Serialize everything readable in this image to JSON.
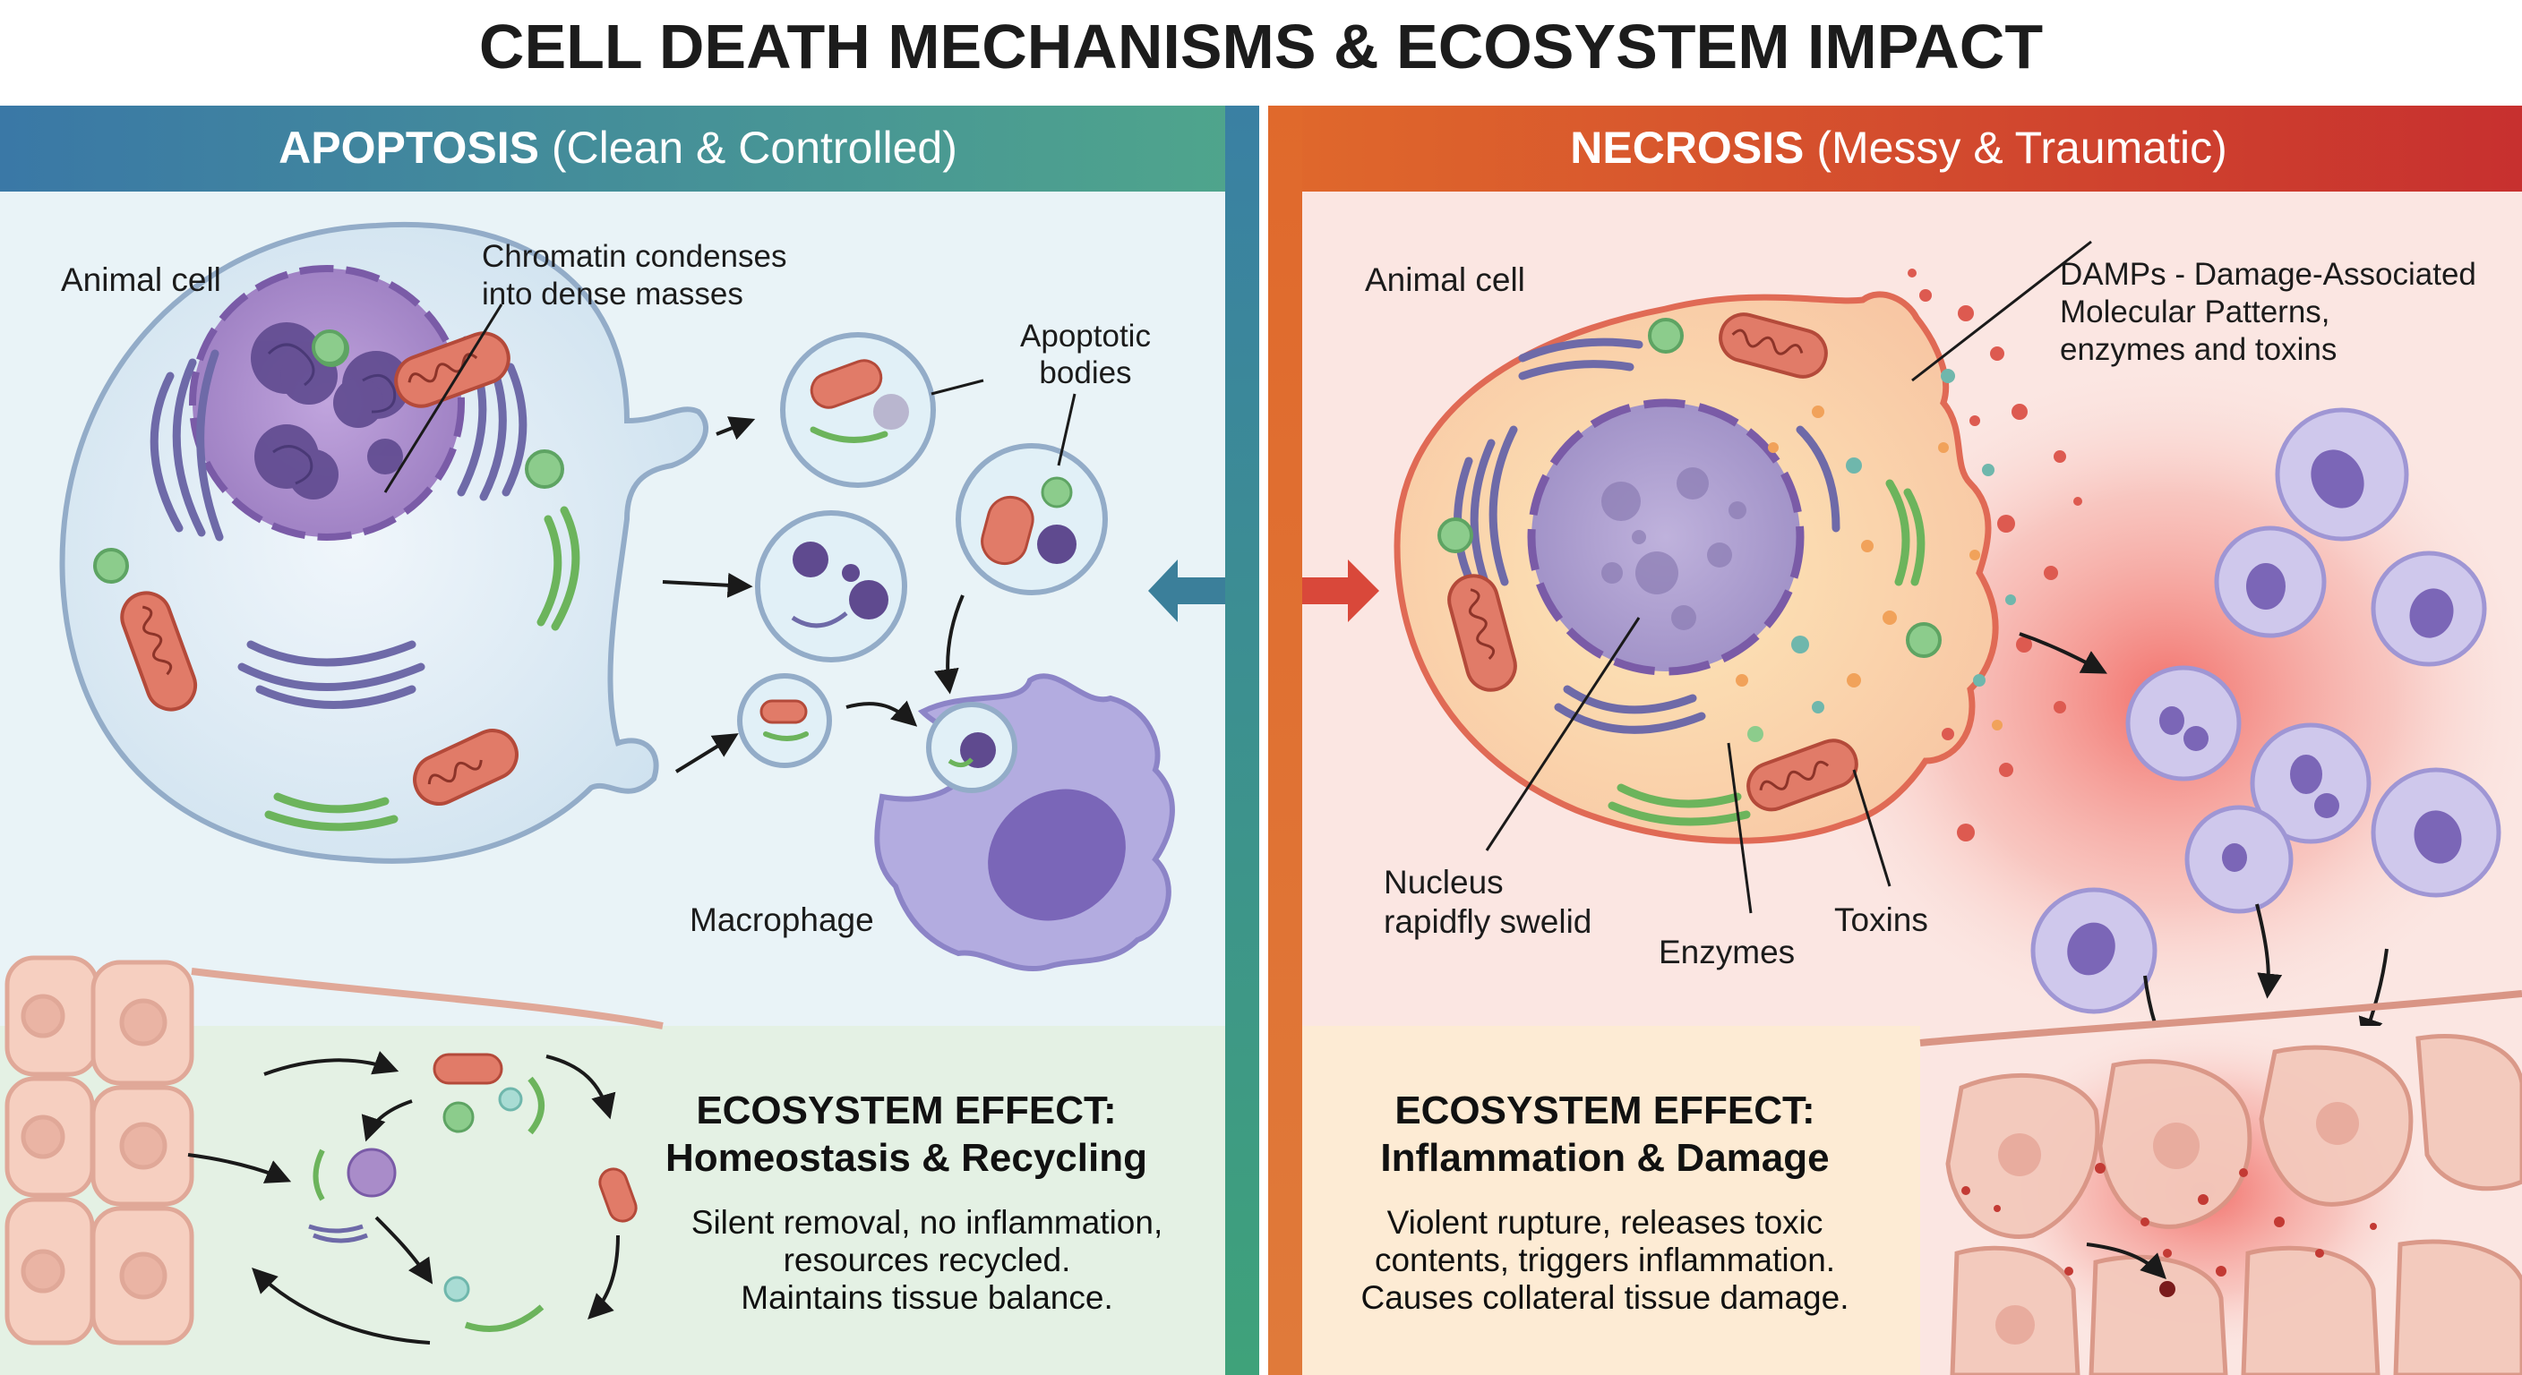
{
  "title": "CELL DEATH MECHANISMS & ECOSYSTEM IMPACT",
  "apoptosis": {
    "header_bold": "APOPTOSIS",
    "header_rest": "(Clean & Controlled)",
    "label_cell": "Animal cell",
    "label_chromatin_1": "Chromatin condenses",
    "label_chromatin_2": "into dense masses",
    "label_bodies_1": "Apoptotic",
    "label_bodies_2": "bodies",
    "label_macrophage": "Macrophage",
    "effect_title_1": "ECOSYSTEM EFFECT:",
    "effect_title_2": "Homeostasis & Recycling",
    "effect_line_1": "Silent removal, no inflammation,",
    "effect_line_2": "resources recycled.",
    "effect_line_3": "Maintains tissue balance."
  },
  "necrosis": {
    "header_bold": "NECROSIS",
    "header_rest": "(Messy & Traumatic)",
    "label_cell": "Animal cell",
    "label_damps_1": "DAMPs - Damage-Associated",
    "label_damps_2": "Molecular Patterns,",
    "label_damps_3": "enzymes and toxins",
    "label_nucleus_1": "Nucleus",
    "label_nucleus_2": "rapidfly swelid",
    "label_enzymes": "Enzymes",
    "label_toxins": "Toxins",
    "effect_title_1": "ECOSYSTEM EFFECT:",
    "effect_title_2": "Inflammation & Damage",
    "effect_line_1": "Violent rupture, releases toxic",
    "effect_line_2": "contents, triggers inflammation.",
    "effect_line_3": "Causes collateral tissue damage."
  },
  "colors": {
    "apoptosis_header": "#3c7fa0",
    "apoptosis_header_end": "#4aa08a",
    "necrosis_header": "#e0622e",
    "necrosis_header_end": "#c8322e",
    "apoptosis_bg": "#e9f3f7",
    "necrosis_bg": "#fbe6e2",
    "nucleus": "#a98cc9",
    "mitochondria": "#d9685a",
    "golgi": "#6e6aa8",
    "er_green": "#6cb45c",
    "macrophage": "#b3ace0"
  }
}
